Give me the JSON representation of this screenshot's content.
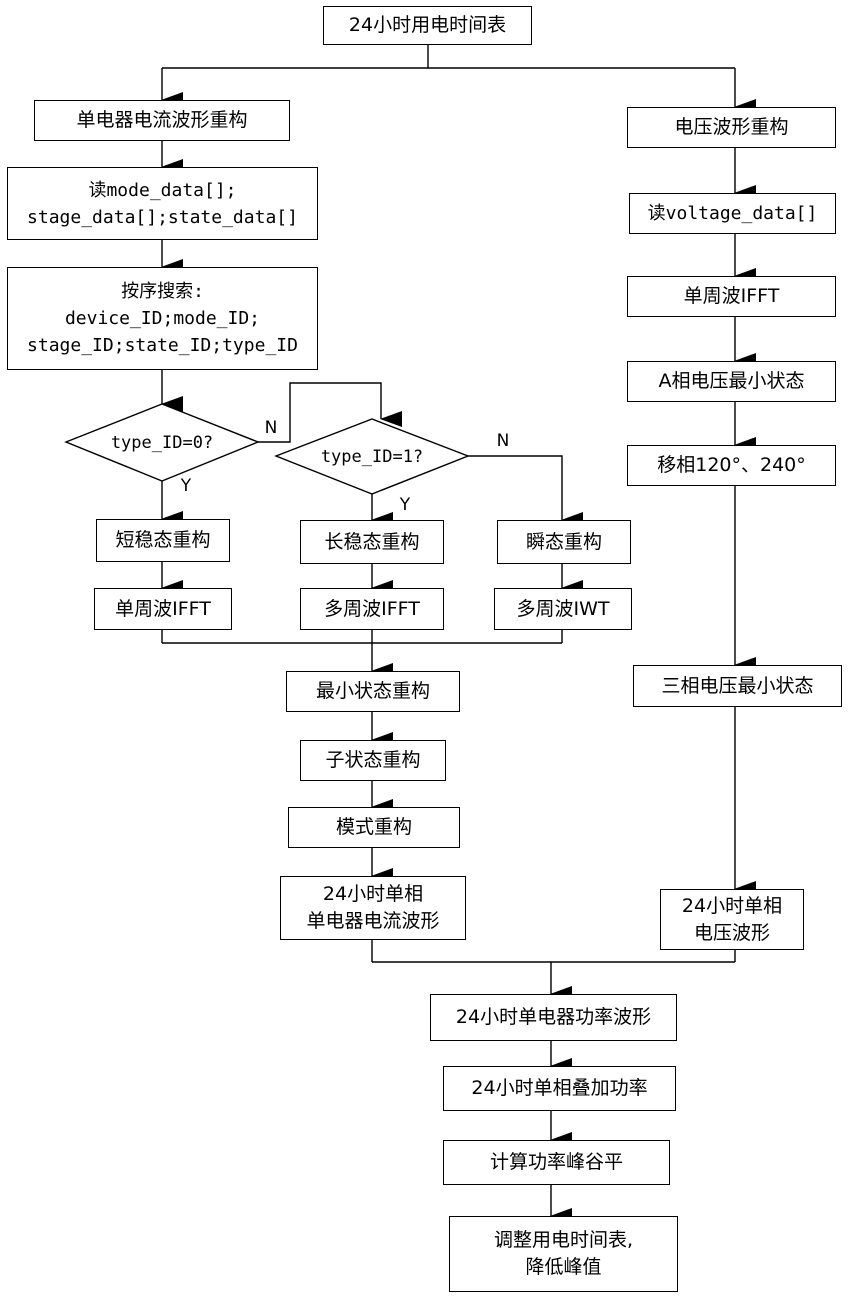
{
  "nodes": {
    "table": [
      "24小时用电时间表"
    ],
    "cur_reconstruct": [
      "单电器电流波形重构"
    ],
    "read_data": [
      "读mode_data[];",
      "stage_data[];state_data[]"
    ],
    "search": [
      "按序搜索:",
      "device_ID;mode_ID;",
      "stage_ID;state_ID;type_ID"
    ],
    "dec0": "type_ID=0?",
    "dec1": "type_ID=1?",
    "short_steady": [
      "短稳态重构"
    ],
    "long_steady": [
      "长稳态重构"
    ],
    "transient": [
      "瞬态重构"
    ],
    "single_ifft": [
      "单周波IFFT"
    ],
    "multi_ifft": [
      "多周波IFFT"
    ],
    "multi_iwt": [
      "多周波IWT"
    ],
    "min_state": [
      "最小状态重构"
    ],
    "sub_state": [
      "子状态重构"
    ],
    "mode": [
      "模式重构"
    ],
    "cur_wave_24h": [
      "24小时单相",
      "单电器电流波形"
    ],
    "volt_reconstruct": [
      "电压波形重构"
    ],
    "read_voltage": [
      "读voltage_data[]"
    ],
    "volt_ifft": [
      "单周波IFFT"
    ],
    "phase_a": [
      "A相电压最小状态"
    ],
    "shift": [
      "移相120°、240°"
    ],
    "three_phase": [
      "三相电压最小状态"
    ],
    "volt_wave_24h": [
      "24小时单相",
      "电压波形"
    ],
    "power_wave": [
      "24小时单电器功率波形"
    ],
    "sum_power": [
      "24小时单相叠加功率"
    ],
    "peak_valley": [
      "计算功率峰谷平"
    ],
    "adjust": [
      "调整用电时间表,",
      "降低峰值"
    ]
  },
  "labels": {
    "n0": "N",
    "y0": "Y",
    "n1": "N",
    "y1": "Y"
  }
}
